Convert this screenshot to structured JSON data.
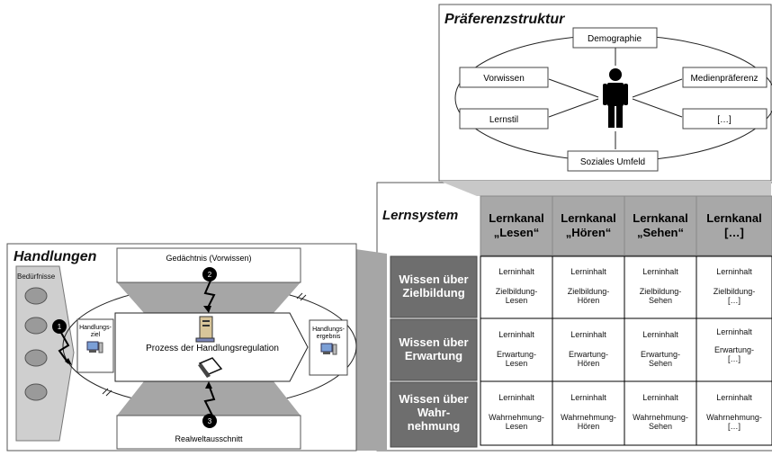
{
  "praeferenz": {
    "title": "Präferenzstruktur",
    "demographie": "Demographie",
    "vorwissen": "Vorwissen",
    "medienpraeferenz": "Medienpräferenz",
    "lernstil": "Lernstil",
    "more": "[…]",
    "soziales_umfeld": "Soziales Umfeld"
  },
  "lernsystem": {
    "title": "Lernsystem",
    "columns": [
      {
        "line1": "Lernkanal",
        "line2": "„Lesen“"
      },
      {
        "line1": "Lernkanal",
        "line2": "„Hören“"
      },
      {
        "line1": "Lernkanal",
        "line2": "„Sehen“"
      },
      {
        "line1": "Lernkanal",
        "line2": "[…]"
      }
    ],
    "rows": [
      {
        "line1": "Wissen über",
        "line2": "Zielbildung",
        "line3": ""
      },
      {
        "line1": "Wissen über",
        "line2": "Erwartung",
        "line3": ""
      },
      {
        "line1": "Wissen über",
        "line2": "Wahr-",
        "line3": "nehmung"
      }
    ],
    "cells": [
      [
        {
          "a": "Lerninhalt",
          "b": "Zielbildung-",
          "c": "Lesen"
        },
        {
          "a": "Lerninhalt",
          "b": "Zielbildung-",
          "c": "Hören"
        },
        {
          "a": "Lerninhalt",
          "b": "Zielbildung-",
          "c": "Sehen"
        },
        {
          "a": "Lerninhalt",
          "b": "Zielbildung-",
          "c": "[…]"
        }
      ],
      [
        {
          "a": "Lerninhalt",
          "b": "Erwartung-",
          "c": "Lesen"
        },
        {
          "a": "Lerninhalt",
          "b": "Erwartung-",
          "c": "Hören"
        },
        {
          "a": "Lerninhalt",
          "b": "Erwartung-",
          "c": "Sehen"
        },
        {
          "a": "Lerninhalt",
          "b": "Erwartung-",
          "c": "[…]"
        }
      ],
      [
        {
          "a": "Lerninhalt",
          "b": "Wahrnehmung-",
          "c": "Lesen"
        },
        {
          "a": "Lerninhalt",
          "b": "Wahrnehmung-",
          "c": "Hören"
        },
        {
          "a": "Lerninhalt",
          "b": "Wahrnehmung-",
          "c": "Sehen"
        },
        {
          "a": "Lerninhalt",
          "b": "Wahrnehmung-",
          "c": "[…]"
        }
      ]
    ]
  },
  "handlungen": {
    "title": "Handlungen",
    "beduerfnisse": "Bedürfnisse",
    "gedaechtnis": "Gedächtnis (Vorwissen)",
    "ziel_line1": "Handlungs-",
    "ziel_line2": "ziel",
    "ergebnis_line1": "Handlungs-",
    "ergebnis_line2": "ergebnis",
    "prozess": "Prozess der Handlungsregulation",
    "realwelt": "Realweltausschnitt",
    "marker1": "1",
    "marker2": "2",
    "marker3": "3"
  },
  "colors": {
    "grey_dark": "#6e6e6e",
    "grey_mid": "#a8a8a8",
    "grey_light": "#d9d9d9"
  }
}
